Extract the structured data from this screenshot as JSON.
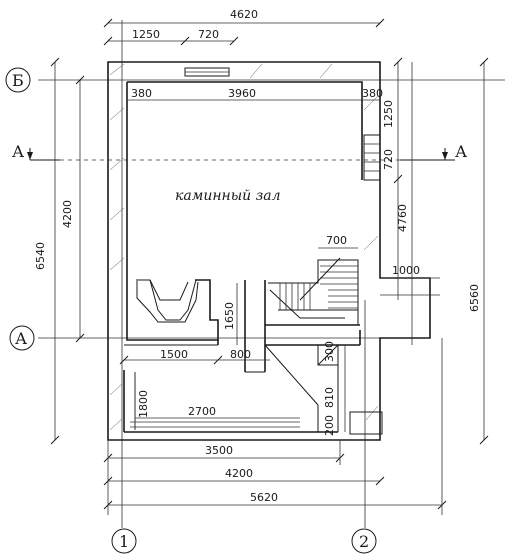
{
  "room_name": "каминный зал",
  "axis_labels": {
    "b": "Б",
    "a": "А",
    "n1": "1",
    "n2": "2"
  },
  "section_mark": "А",
  "dims_top": {
    "overall": "4620",
    "left": "1250",
    "window": "720"
  },
  "dims_inner_top": {
    "wall_left": "380",
    "span": "3960",
    "wall_right": "380"
  },
  "dims_left": {
    "outer": "6540",
    "inner": "4200"
  },
  "dims_right": {
    "upper": "1250",
    "stair": "720",
    "mid": "4760",
    "outer": "6560",
    "ledge": "1000"
  },
  "dims_middle": {
    "landing": "700",
    "vertical": "1650"
  },
  "dims_lower": {
    "r1500": "1500",
    "r800": "800",
    "r300": "300",
    "r810": "810",
    "r1800": "1800",
    "r2700": "2700",
    "r200": "200"
  },
  "dims_bottom": {
    "d3500": "3500",
    "d4200": "4200",
    "d5620": "5620"
  }
}
